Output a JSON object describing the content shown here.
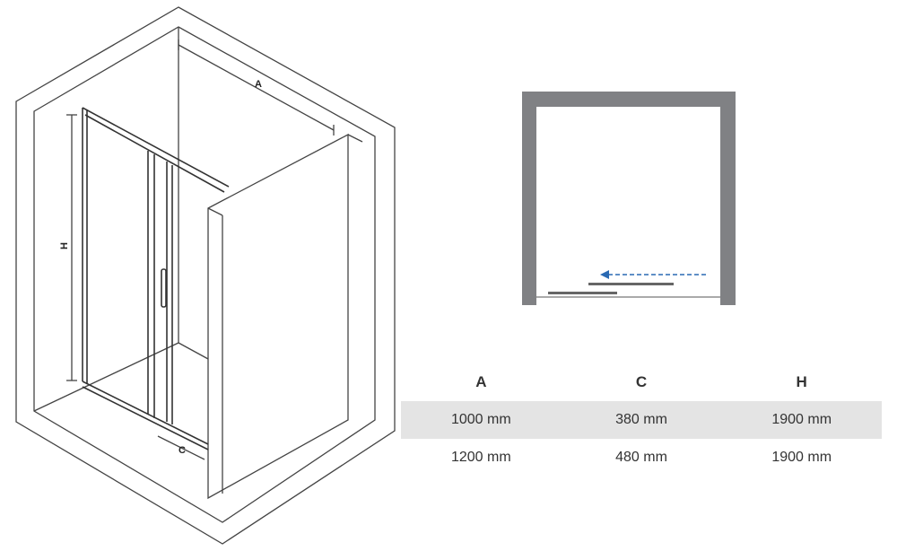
{
  "iso_labels": {
    "a": "A",
    "h": "H",
    "c": "C"
  },
  "colors": {
    "wall": "#808184",
    "line": "#3a3a3a",
    "arrow": "#2a6ab3",
    "row_shade": "#e4e4e4"
  },
  "table": {
    "headers": [
      "A",
      "C",
      "H"
    ],
    "rows": [
      [
        "1000 mm",
        "380 mm",
        "1900 mm"
      ],
      [
        "1200 mm",
        "480 mm",
        "1900 mm"
      ]
    ]
  }
}
